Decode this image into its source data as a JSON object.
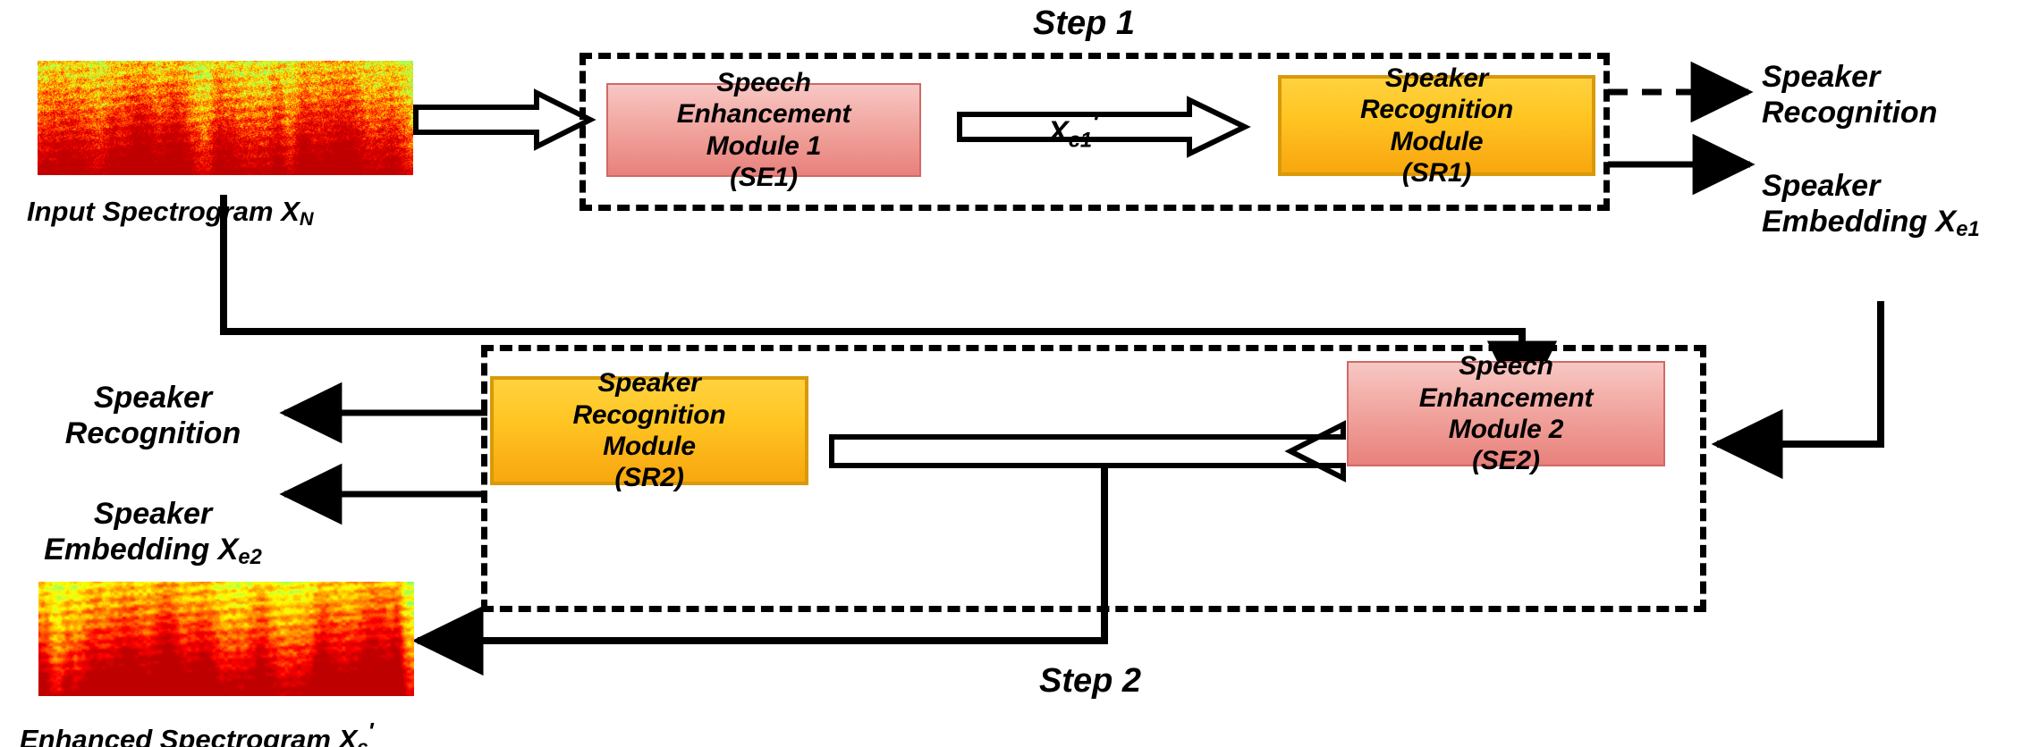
{
  "diagram": {
    "title_step1": "Step 1",
    "title_step2": "Step 2"
  },
  "modules": {
    "se1": {
      "line1": "Speech",
      "line2": "Enhancement",
      "line3": "Module 1",
      "line4": "(SE1)",
      "full": "Speech Enhancement Module 1 (SE1)",
      "fill_top": "#f7c7c4",
      "fill_bottom": "#e8817c"
    },
    "sr1": {
      "line1": "Speaker",
      "line2": "Recognition",
      "line3": "Module",
      "line4": "(SR1)",
      "full": "Speaker Recognition Module (SR1)",
      "fill_top": "#ffd23f",
      "fill_bottom": "#f7a80d"
    },
    "se2": {
      "line1": "Speech",
      "line2": "Enhancement",
      "line3": "Module 2",
      "line4": "(SE2)",
      "full": "Speech Enhancement Module 2 (SE2)",
      "fill_top": "#f7c7c4",
      "fill_bottom": "#e8817c"
    },
    "sr2": {
      "line1": "Speaker",
      "line2": "Recognition",
      "line3": "Module",
      "line4": "(SR2)",
      "full": "Speaker Recognition Module (SR2)",
      "fill_top": "#ffd23f",
      "fill_bottom": "#f7a80d"
    }
  },
  "labels": {
    "input_spectrogram": "Input Spectrogram X",
    "input_spectrogram_sub": "N",
    "enhanced_spectrogram": "Enhanced Spectrogram X",
    "enhanced_spectrogram_sub": "c",
    "enhanced_spectrogram_prime": "'",
    "xc1": "X",
    "xc1_sub": "c1",
    "xc1_prime": "'",
    "sr_out_top": "Speaker\nRecognition",
    "se_out_top_line1": "Speaker",
    "se_out_top_line2": "Embedding X",
    "se_out_top_sub": "e1",
    "sr_out_bottom": "Speaker\nRecognition",
    "se_out_bottom_line1": "Speaker",
    "se_out_bottom_line2": "Embedding X",
    "se_out_bottom_sub": "e2"
  },
  "colors": {
    "stroke": "#000000",
    "se_accent": "#e8817c",
    "sr_accent": "#fbb117",
    "background": "#ffffff"
  },
  "spectrograms": {
    "input": {
      "name": "input-spectrogram-image",
      "noisy": true
    },
    "enhanced": {
      "name": "enhanced-spectrogram-image",
      "noisy": false
    }
  }
}
